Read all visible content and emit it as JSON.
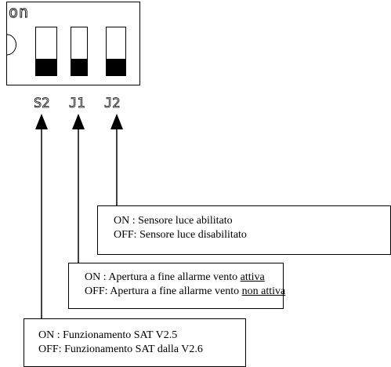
{
  "switch_block": {
    "on_label": "on",
    "switches": [
      {
        "label": "S2",
        "state": "OFF"
      },
      {
        "label": "J1",
        "state": "OFF"
      },
      {
        "label": "J2",
        "state": "OFF"
      }
    ]
  },
  "boxes": {
    "j2": {
      "on_line": "ON : Sensore luce abilitato",
      "off_line": "OFF: Sensore luce disabilitato"
    },
    "j1": {
      "on_prefix": "ON : Apertura a fine allarme vento ",
      "on_underlined": "attiva",
      "off_prefix": "OFF: Apertura a fine allarme vento ",
      "off_underlined": "non attiva"
    },
    "s2": {
      "on_line": "ON : Funzionamento SAT V2.5",
      "off_line": "OFF: Funzionamento SAT dalla V2.6"
    }
  },
  "colors": {
    "stroke": "#000000",
    "fill": "#000000",
    "background": "#ffffff"
  }
}
